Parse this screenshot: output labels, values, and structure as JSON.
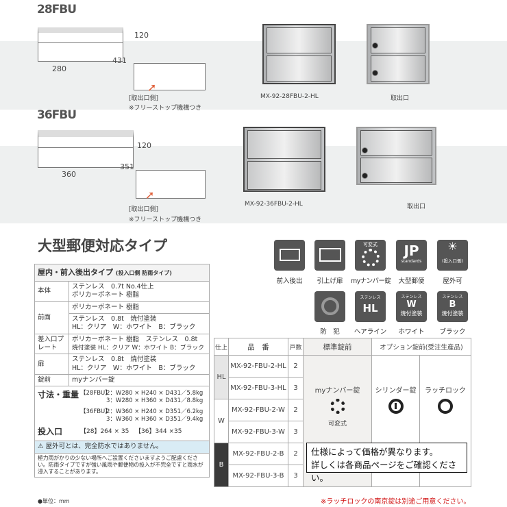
{
  "top": {
    "m28": {
      "model": "28FBU",
      "height": "120",
      "width": "280",
      "depth": "431",
      "open_side": "[取出口側]",
      "freestop": "※フリーストップ機構つき",
      "photo1_caption": "MX-92-28FBU-2-HL",
      "photo2_caption": "取出口"
    },
    "m36": {
      "model": "36FBU",
      "height": "120",
      "width": "360",
      "depth": "351",
      "open_side": "[取出口側]",
      "freestop": "※フリーストップ機構つき",
      "photo1_caption": "MX-92-36FBU-2-HL",
      "photo2_caption": "取出口"
    }
  },
  "title": "大型郵便対応タイプ",
  "spec": {
    "header": "屋内・前入後出タイプ",
    "header_sub": "(投入口側 防雨タイプ)",
    "rows": [
      {
        "k": "本体",
        "v": "ステンレス　0.7t  No.4仕上",
        "v2": "ポリカーボネート 樹脂"
      },
      {
        "k": "前面",
        "v": "ポリカーボネート 樹脂",
        "v2": "ステンレス　0.8t　焼付塗装",
        "v3": "HL：クリア　W：ホワイト　B：ブラック"
      },
      {
        "k": "差入口プレート",
        "v": "ポリカーボネート 樹脂　ステンレス　0.8t",
        "v2": "焼付塗装  HL：クリア  W：ホワイト  B：ブラック"
      },
      {
        "k": "扉",
        "v": "ステンレス　0.8t　焼付塗装",
        "v2": "HL：クリア　W：ホワイト　B：ブラック"
      },
      {
        "k": "錠前",
        "v": "myナンバー錠"
      }
    ],
    "size_label": "寸法・重量",
    "size": [
      {
        "model": "【28FBU】",
        "l1": "2：W280 × H240 × D431／5.8kg",
        "l2": "3：W280 × H360 × D431／8.8kg"
      },
      {
        "model": "【36FBU】",
        "l1": "2：W360 × H240 × D351／6.2kg",
        "l2": "3：W360 × H360 × D351／9.4kg"
      }
    ],
    "slot_label": "投入口",
    "slot_28": "【28】264 × 35",
    "slot_36": "【36】344 ×35",
    "warning": "屋外可とは、完全防水ではありません。",
    "warning_note": "極力雨がかりの少ない場所へご設置くださいますようご配慮ください。防雨タイプですが強い風雨や郵便物の投入が不完全ですと雨水が浸入することがあります。",
    "unit": "●単位：mm"
  },
  "icons": [
    {
      "label": "前入後出"
    },
    {
      "label": "引上げ扉"
    },
    {
      "label": "myナンバー錠",
      "tag": "可変式"
    },
    {
      "label": "大型郵便",
      "tag": "JP",
      "sub": "standards"
    },
    {
      "label": "屋外可",
      "tag": "(投入口側)"
    },
    {
      "label": "防　犯"
    },
    {
      "label": "ヘアライン",
      "tag": "ステンレス",
      "main": "HL"
    },
    {
      "label": "ホワイト",
      "tag": "ステンレス",
      "main": "W",
      "sub": "焼付塗装"
    },
    {
      "label": "ブラック",
      "tag": "ステンレス",
      "main": "B",
      "sub": "焼付塗装"
    }
  ],
  "products": {
    "headers": {
      "finish": "仕上",
      "part": "品　番",
      "doors": "戸数",
      "std": "標準錠前",
      "opt": "オプション錠前(受注生産品)"
    },
    "groups": [
      {
        "finish": "HL",
        "rows": [
          {
            "part": "MX-92-FBU-2-HL",
            "doors": "2"
          },
          {
            "part": "MX-92-FBU-3-HL",
            "doors": "3"
          }
        ]
      },
      {
        "finish": "W",
        "rows": [
          {
            "part": "MX-92-FBU-2-W",
            "doors": "2"
          },
          {
            "part": "MX-92-FBU-3-W",
            "doors": "3"
          }
        ]
      },
      {
        "finish": "B",
        "rows": [
          {
            "part": "MX-92-FBU-2-B",
            "doors": "2"
          },
          {
            "part": "MX-92-FBU-3-B",
            "doors": "3"
          }
        ]
      }
    ],
    "std_lock": "myナンバー錠",
    "std_lock_sub": "可変式",
    "cyl_lock": "シリンダー錠",
    "latch_lock": "ラッチロック",
    "note1": "仕様によって価格が異なります。",
    "note2": "詳しくは各商品ページをご確認ください。",
    "red_note": "※ラッチロックの南京錠は別途ご用意ください。"
  }
}
